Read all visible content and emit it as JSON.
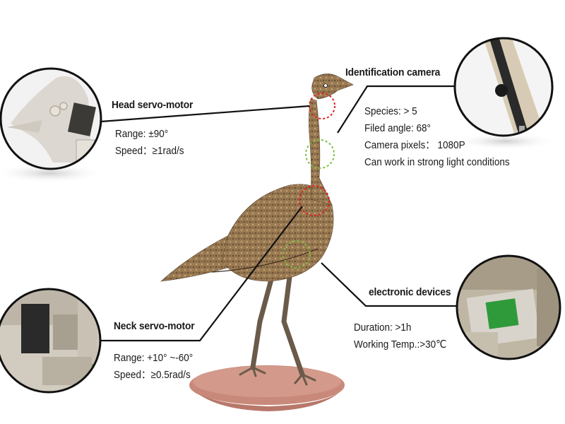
{
  "components": {
    "head_servo": {
      "title": "Head servo-motor",
      "specs": [
        "Range: ±90°",
        "Speed：≥1rad/s"
      ]
    },
    "identification_camera": {
      "title": "Identification camera",
      "specs": [
        "Species: > 5",
        "Filed angle: 68°",
        "Camera pixels：  1080P",
        "Can work in strong light conditions"
      ]
    },
    "neck_servo": {
      "title": "Neck servo-motor",
      "specs": [
        "Range: +10° ~-60°",
        "Speed：≥0.5rad/s"
      ]
    },
    "electronic_devices": {
      "title": "electronic devices",
      "specs": [
        "Duration: >1h",
        "Working Temp.:>30℃"
      ]
    }
  },
  "colors": {
    "leader_line": "#111111",
    "circle_outline": "#111111",
    "red_marker": "#e02020",
    "green_marker": "#7cc040",
    "bird_plumage": "#9a7a52",
    "bird_plumage_dark": "#6b5236",
    "base_plate": "#c9897a",
    "pcb_green": "#2f9a3a"
  },
  "icons": {
    "head_detail": "robot-bird-head-servo-closeup",
    "neck_detail": "neck-servo-closeup",
    "camera_detail": "camera-module-closeup",
    "electronics_detail": "circuit-board-closeup",
    "bird_model": "robotic-bustard-model"
  }
}
